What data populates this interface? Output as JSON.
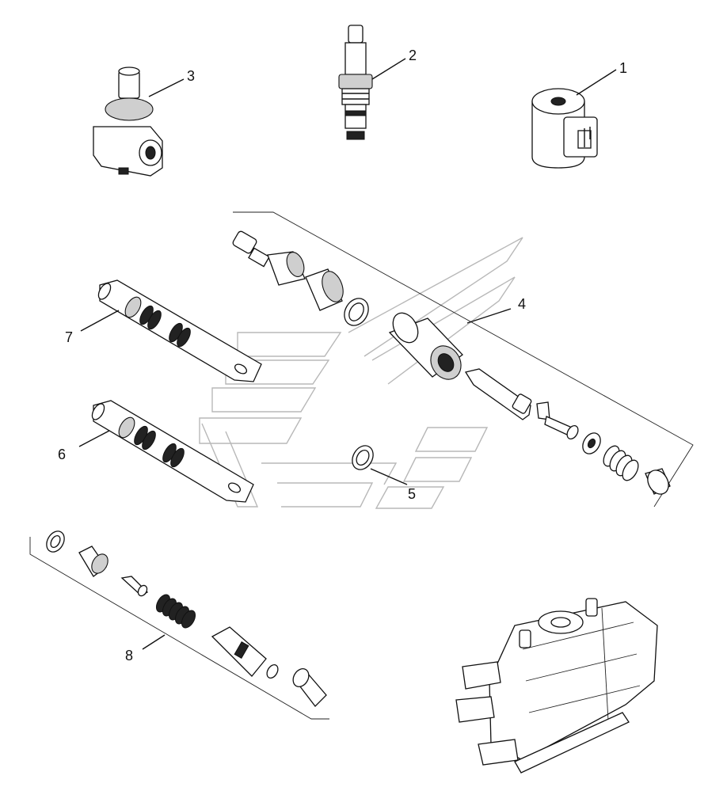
{
  "callouts": {
    "c1": "1",
    "c2": "2",
    "c3": "3",
    "c4": "4",
    "c5": "5",
    "c6": "6",
    "c7": "7",
    "c8": "8"
  },
  "parts": [
    {
      "id": "1",
      "icon": "solenoid-coil-icon"
    },
    {
      "id": "2",
      "icon": "cartridge-valve-icon"
    },
    {
      "id": "3",
      "icon": "valve-body-icon"
    },
    {
      "id": "4",
      "icon": "spool-sleeve-icon"
    },
    {
      "id": "5",
      "icon": "o-ring-icon"
    },
    {
      "id": "6",
      "icon": "spool-icon"
    },
    {
      "id": "7",
      "icon": "spool-icon"
    },
    {
      "id": "8",
      "icon": "relief-valve-kit-icon"
    }
  ],
  "colors": {
    "line": "#111111",
    "watermark": "#b8b8b8",
    "background": "#ffffff"
  }
}
